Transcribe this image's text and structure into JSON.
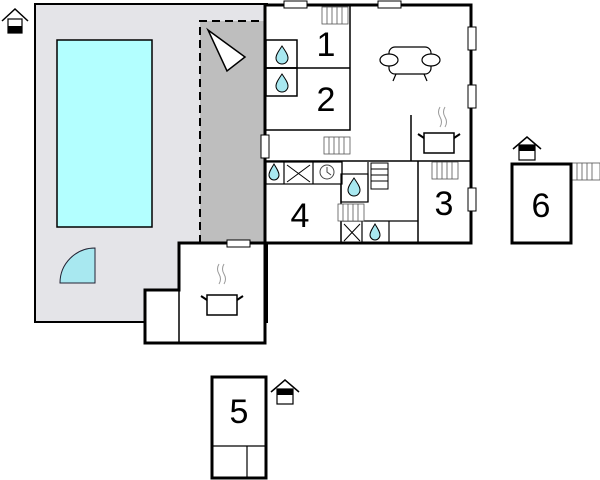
{
  "floorplan": {
    "rooms": [
      {
        "id": "1",
        "label": "1"
      },
      {
        "id": "2",
        "label": "2"
      },
      {
        "id": "3",
        "label": "3"
      },
      {
        "id": "4",
        "label": "4"
      },
      {
        "id": "5",
        "label": "5"
      },
      {
        "id": "6",
        "label": "6"
      }
    ],
    "colors": {
      "terrace": "#e4e4e8",
      "pool": "#b3ffff",
      "covered": "#bebebe",
      "water": "#a8e8f0",
      "wall": "#000000"
    },
    "icons": [
      "house-entrance-icon",
      "sofa-icon",
      "cooking-pot-icon",
      "water-drop-icon",
      "clock-icon",
      "radiator-icon",
      "stairs-icon",
      "shower-icon"
    ]
  }
}
